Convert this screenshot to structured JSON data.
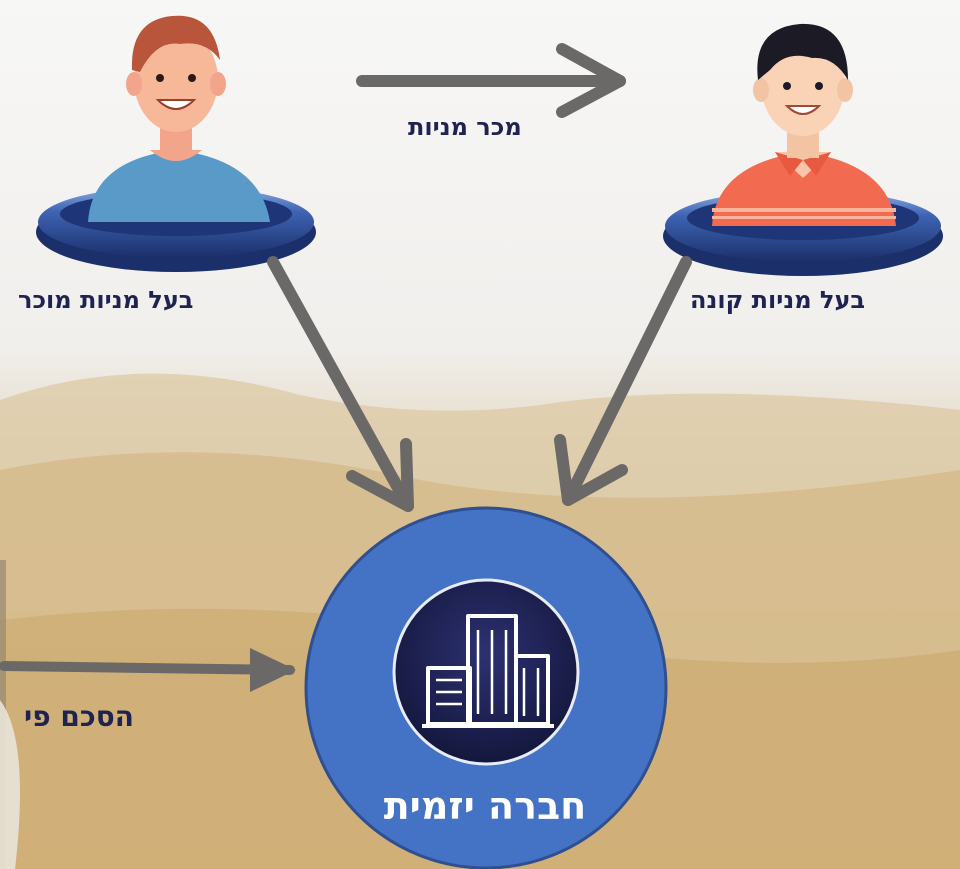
{
  "labels": {
    "seller": "בעל מניות מוכר",
    "buyer": "בעל מניות קונה",
    "sale": "מכר מניות",
    "agreement": "הסכם פי",
    "company": "חברה יזמית"
  },
  "colors": {
    "label_text": "#1f2352",
    "circle_fill": "#4472c4",
    "circle_stroke": "#2f4f8f",
    "icon_bg": "#1c1f4d",
    "arrow": "#6b6967",
    "podium": "#2d4f96",
    "seller_shirt": "#5a9ac8",
    "buyer_shirt": "#f26a50"
  },
  "icons": [
    "buildings-icon",
    "seller-avatar",
    "buyer-avatar"
  ]
}
